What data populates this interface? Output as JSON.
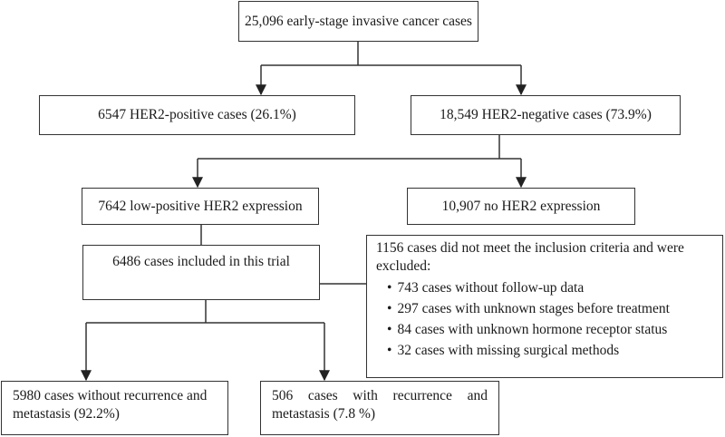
{
  "nodes": {
    "total": "25,096 early-stage invasive cancer cases",
    "her2_positive": "6547 HER2-positive cases (26.1%)",
    "her2_negative": "18,549 HER2-negative cases (73.9%)",
    "low_positive": "7642 low-positive HER2 expression",
    "no_expression": "10,907 no HER2 expression",
    "included": "6486 cases included in this trial",
    "no_recurrence": {
      "line1": "5980 cases without recurrence and",
      "line2": "metastasis (92.2%)"
    },
    "recurrence": {
      "line1": "506 cases with recurrence and",
      "line2": "metastasis (7.8 %)"
    }
  },
  "exclusion": {
    "line1": "1156 cases did not meet the inclusion criteria and were",
    "line2": "excluded:",
    "items": [
      "743 cases without follow-up data",
      "297 cases with unknown stages before treatment",
      "84 cases with unknown hormone receptor status",
      "32 cases with missing surgical methods"
    ]
  }
}
